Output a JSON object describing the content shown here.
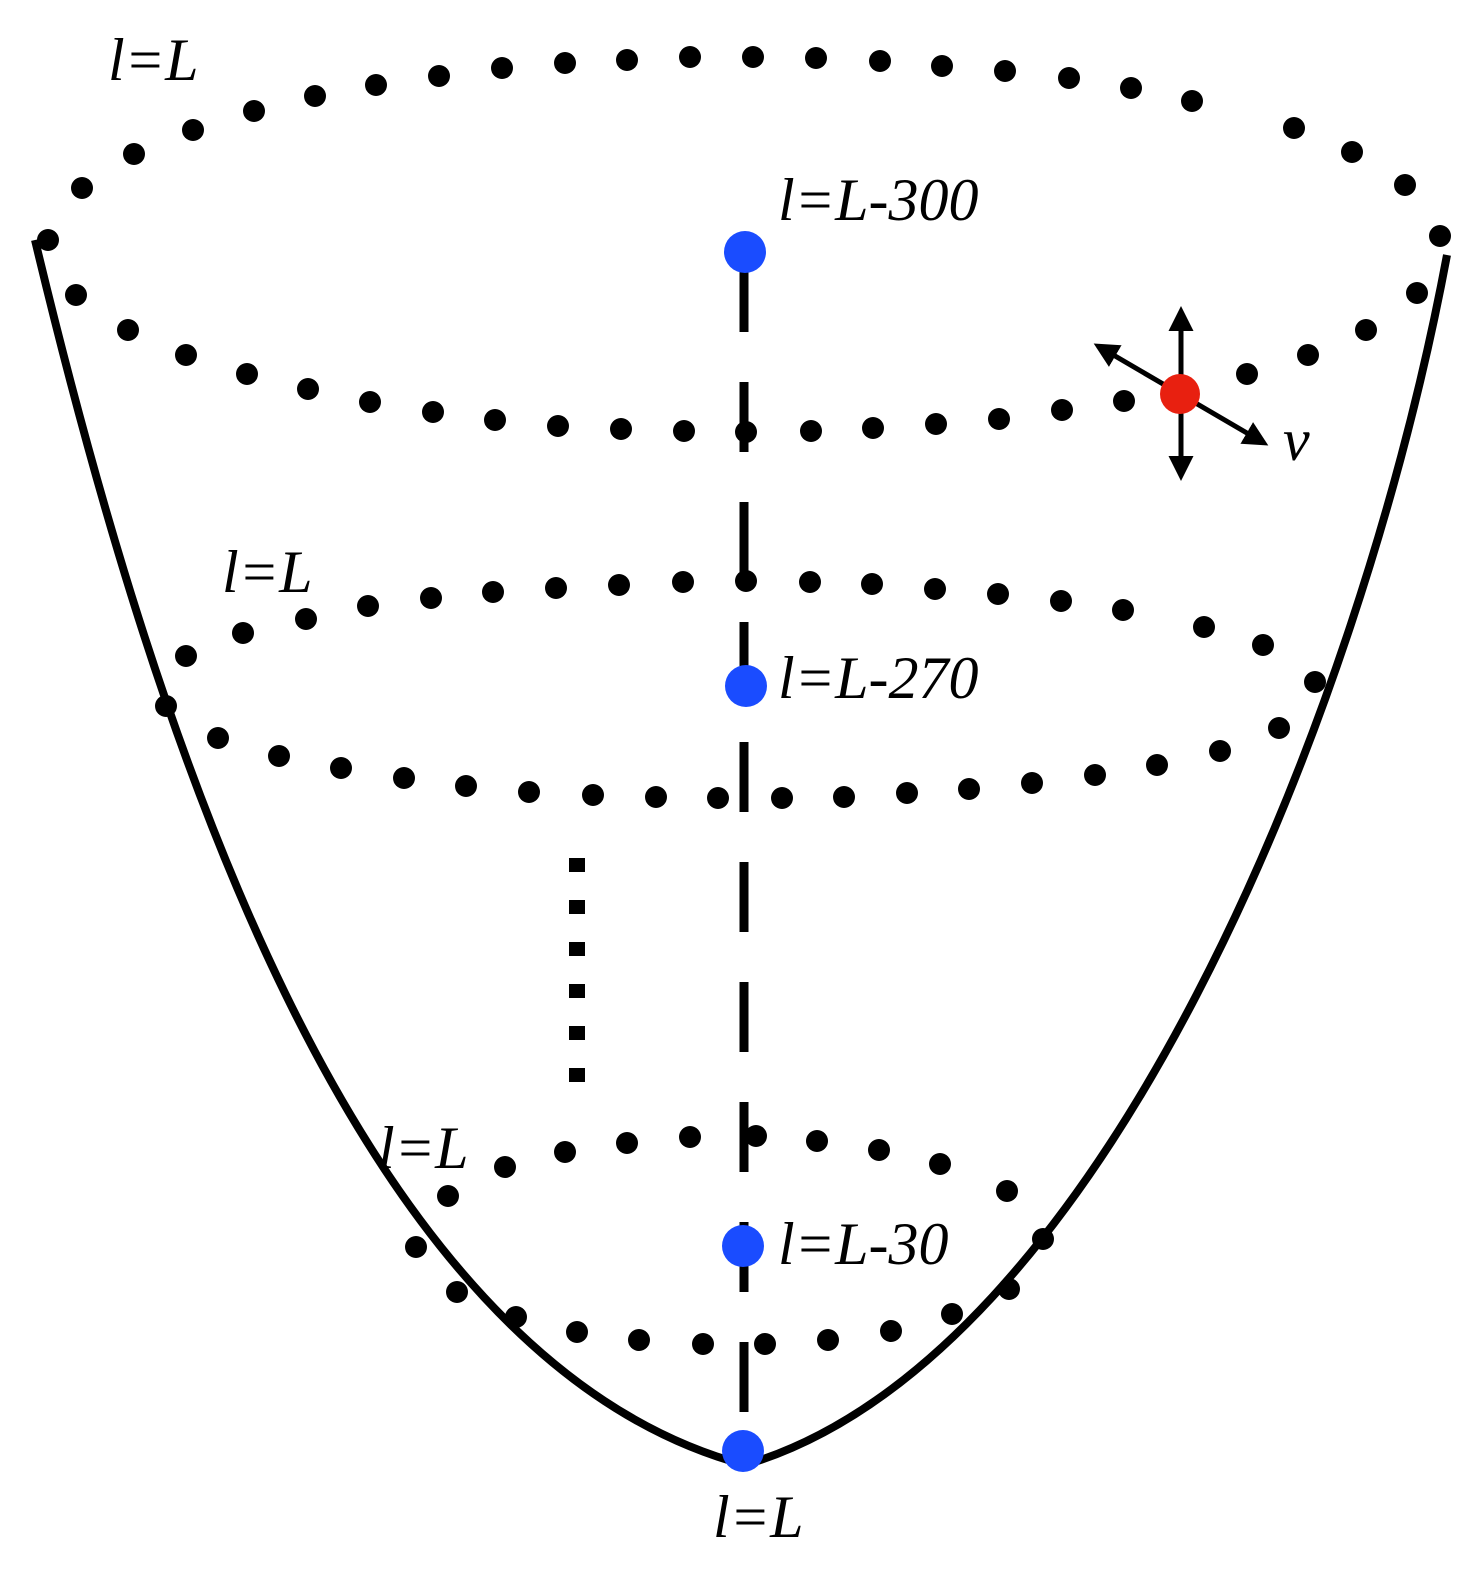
{
  "labels": {
    "top_rim": "l=L",
    "axis_top": "l=L-300",
    "middle_ring": "l=L",
    "axis_middle": "l=L-270",
    "lower_ring": "l=L",
    "axis_lower": "l=L-30",
    "apex": "l=L",
    "velocity": "v"
  },
  "colors": {
    "outline": "#000000",
    "ring_dots": "#000000",
    "axis_nodes": "#1a4cff",
    "moving_node": "#e82010",
    "arrows": "#000000",
    "background": "#ffffff"
  }
}
